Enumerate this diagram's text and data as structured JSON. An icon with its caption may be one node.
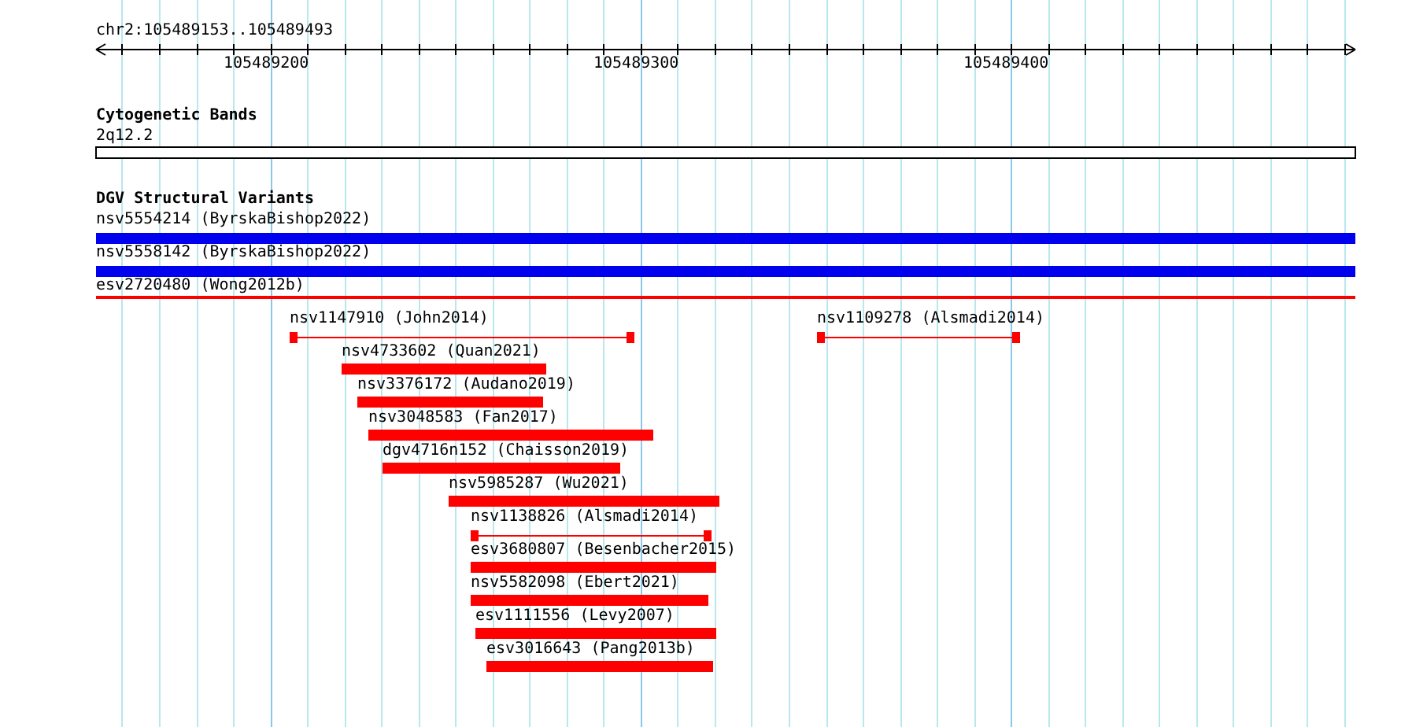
{
  "diagram": {
    "nodes": [
      {
        "text": [
          "nsv5554214 (ByrskaBishop2022)"
        ]
      },
      {
        "text": [
          "nsv5558142 (ByrskaBishop2022)"
        ]
      },
      {
        "text": [
          "esv2720480 (Wong2012b)"
        ]
      },
      {
        "text": [
          "nsv1147910 (John2014)"
        ]
      },
      {
        "text": [
          "nsv1109278 (Alsmadi2014)"
        ]
      },
      {
        "text": [
          "nsv4733602 (Quan2021)"
        ]
      },
      {
        "text": [
          "nsv3376172 (Audano2019)"
        ]
      },
      {
        "text": [
          "nsv3048583 (Fan2017)"
        ]
      },
      {
        "text": [
          "dgv4716n152 (Chaisson2019)"
        ]
      },
      {
        "text": [
          "nsv5985287 (Wu2021)"
        ]
      },
      {
        "text": [
          "nsv1138826 (Alsmadi2014)"
        ]
      },
      {
        "text": [
          "esv3680807 (Besenbacher2015)"
        ]
      },
      {
        "text": [
          "nsv5582098 (Ebert2021)"
        ]
      },
      {
        "text": [
          "esv1111556 (Levy2007)"
        ]
      },
      {
        "text": [
          "esv3016643 (Pang2013b)"
        ]
      }
    ],
    "labels": [
      "chr2:105489153..105489493",
      "105489200",
      "105489300",
      "105489400",
      "Cytogenetic Bands",
      "2q12.2",
      "DGV Structural Variants"
    ]
  }
}
